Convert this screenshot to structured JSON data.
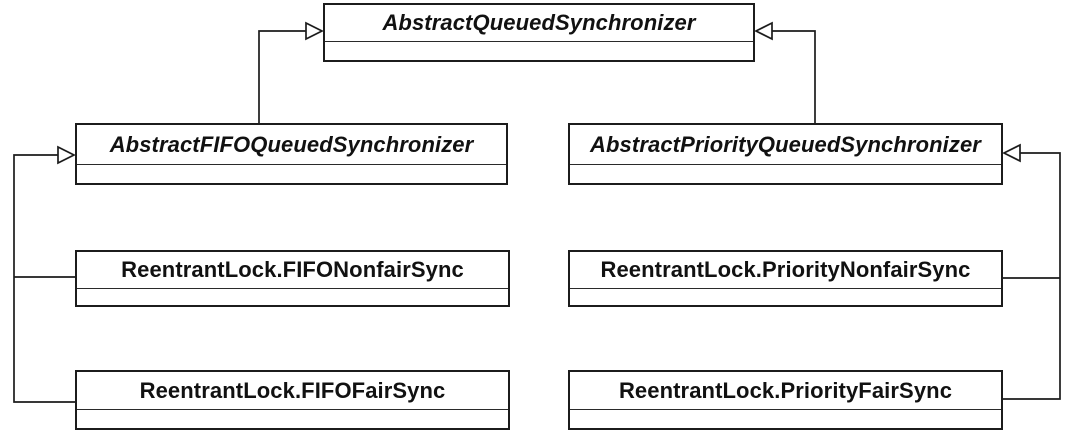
{
  "diagram": {
    "type": "uml-class-diagram",
    "background_color": "#ffffff",
    "box_fill_color": "#ffffff",
    "line_color": "#1c1c1c",
    "text_color": "#111111",
    "classes": [
      {
        "name": "AbstractQueuedSynchronizer",
        "abstract": true
      },
      {
        "name": "AbstractFIFOQueuedSynchronizer",
        "abstract": true
      },
      {
        "name": "AbstractPriorityQueuedSynchronizer",
        "abstract": true
      },
      {
        "name": "ReentrantLock.FIFONonfairSync",
        "abstract": false
      },
      {
        "name": "ReentrantLock.PriorityNonfairSync",
        "abstract": false
      },
      {
        "name": "ReentrantLock.FIFOFairSync",
        "abstract": false
      },
      {
        "name": "ReentrantLock.PriorityFairSync",
        "abstract": false
      }
    ],
    "relationships": [
      {
        "type": "generalization",
        "from": "AbstractFIFOQueuedSynchronizer",
        "to": "AbstractQueuedSynchronizer"
      },
      {
        "type": "generalization",
        "from": "AbstractPriorityQueuedSynchronizer",
        "to": "AbstractQueuedSynchronizer"
      },
      {
        "type": "generalization",
        "from": "ReentrantLock.FIFONonfairSync",
        "to": "AbstractFIFOQueuedSynchronizer"
      },
      {
        "type": "generalization",
        "from": "ReentrantLock.FIFOFairSync",
        "to": "AbstractFIFOQueuedSynchronizer"
      },
      {
        "type": "generalization",
        "from": "ReentrantLock.PriorityNonfairSync",
        "to": "AbstractPriorityQueuedSynchronizer"
      },
      {
        "type": "generalization",
        "from": "ReentrantLock.PriorityFairSync",
        "to": "AbstractPriorityQueuedSynchronizer"
      }
    ]
  }
}
